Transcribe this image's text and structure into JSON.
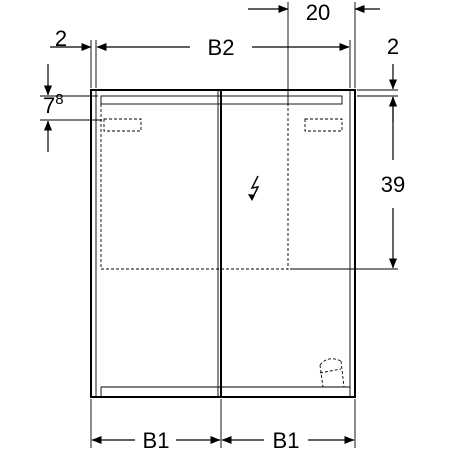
{
  "dimensions": {
    "left_gap": "2",
    "top_width": "B2",
    "right_offset": "20",
    "right_gap": "2",
    "top_height_main": "7",
    "top_height_sup": "8",
    "inner_height": "39",
    "bottom_left": "B1",
    "bottom_right": "B1"
  },
  "symbols": {
    "electrical": "lightning-bolt-icon"
  },
  "colors": {
    "line": "#000000",
    "background": "#ffffff"
  }
}
